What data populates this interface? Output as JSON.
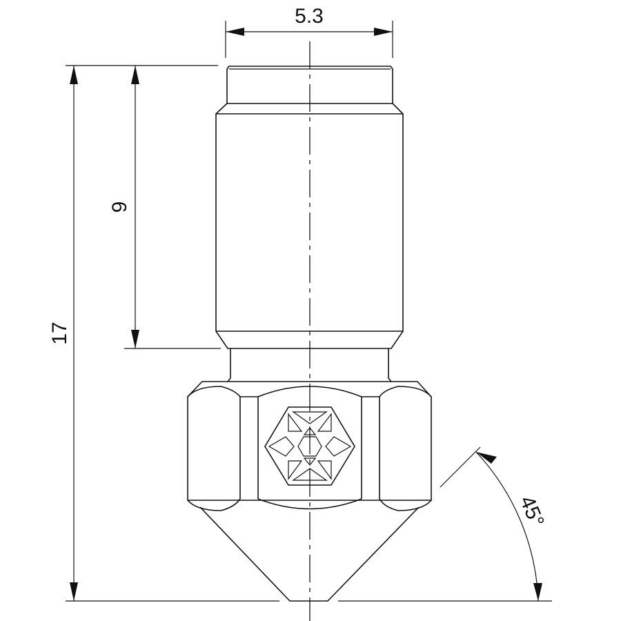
{
  "drawing": {
    "subject": "nozzle",
    "dimensions": {
      "top_diameter": "5.3",
      "body_length": "9",
      "total_length": "17",
      "cone_angle": "45°"
    },
    "line_color": "#111111",
    "background": "#ffffff"
  }
}
